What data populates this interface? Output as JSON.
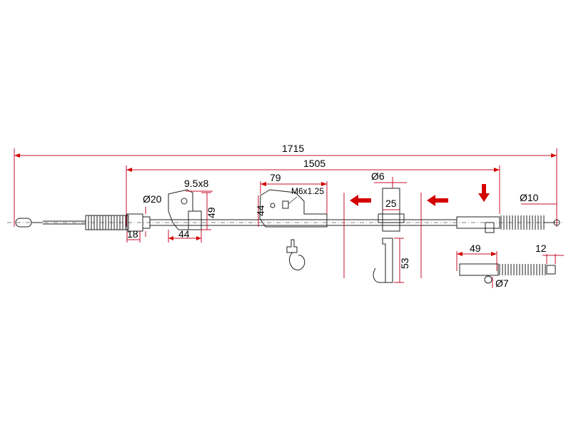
{
  "dimensions": {
    "total_length": "1715",
    "inner_length": "1505",
    "end_fitting_dia": "Ø20",
    "end_fitting_len": "18",
    "bracket1_slot": "9.5x8",
    "bracket1_height": "49",
    "bracket1_width": "44",
    "bracket2_width": "79",
    "bracket2_thread": "M6x1.25",
    "bracket2_height": "44",
    "clip_dia": "Ø6",
    "clip_width": "25",
    "clip_height": "53",
    "far_end_dia": "Ø10",
    "detail_length": "49",
    "detail_end": "12",
    "detail_dia": "Ø7"
  },
  "colors": {
    "dimension_line": "#c8102e",
    "arrow": "#d40000",
    "outline": "#222222"
  }
}
